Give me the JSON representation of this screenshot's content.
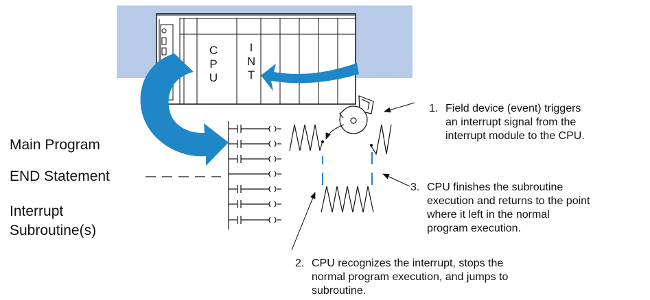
{
  "rack": {
    "cpu_letters": [
      "C",
      "P",
      "U"
    ],
    "int_letters": [
      "I",
      "N",
      "T"
    ]
  },
  "labels": {
    "main_program": "Main Program",
    "end_statement": "END Statement",
    "interrupt_line1": "Interrupt",
    "interrupt_line2": "Subroutine(s)"
  },
  "notes": {
    "n1": {
      "num": "1.",
      "lines": [
        "Field device (event) triggers",
        "an interrupt signal from the",
        "interrupt module to the CPU."
      ]
    },
    "n3": {
      "num": "3.",
      "lines": [
        "CPU finishes the subroutine",
        "execution and returns to the point",
        "where it left in the normal",
        "program execution."
      ]
    },
    "n2": {
      "num": "2.",
      "lines": [
        "CPU recognizes the interrupt, stops the",
        "normal program execution, and jumps to",
        "subroutine."
      ]
    }
  },
  "colors": {
    "rack_background": "#b7cbe8",
    "arrow": "#1f86c8",
    "line": "#111111"
  }
}
